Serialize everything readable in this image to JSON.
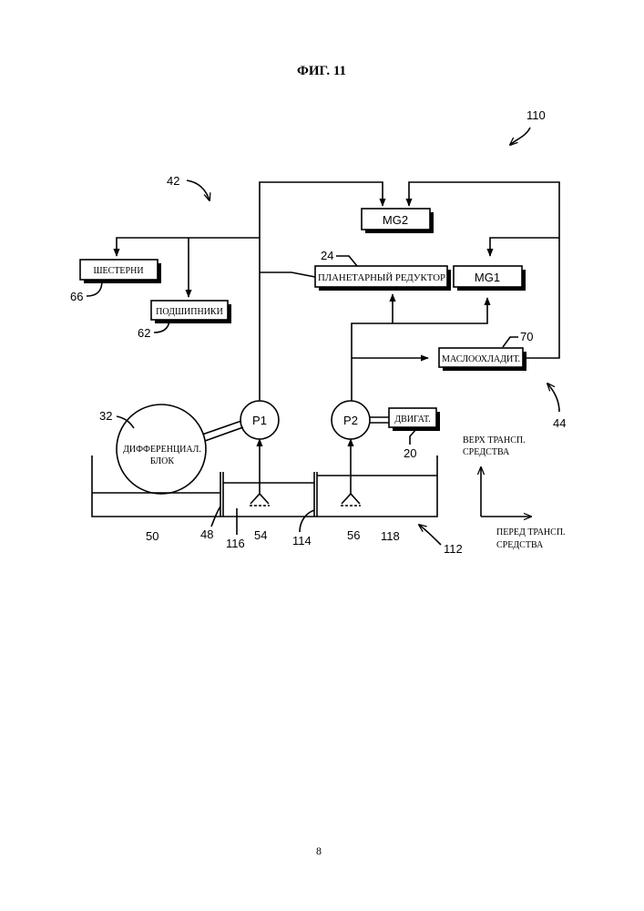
{
  "figure": {
    "title": "ФИГ. 11",
    "page_number": "8"
  },
  "labels": {
    "mg2": "MG2",
    "mg1": "MG1",
    "gears": "ШЕСТЕРНИ",
    "bearings": "ПОДШИПНИКИ",
    "planetary": "ПЛАНЕТАРНЫЙ РЕДУКТОР",
    "oil_cooler": "МАСЛООХЛАДИТ.",
    "engine": "ДВИГАТ.",
    "p1": "P1",
    "p2": "P2",
    "diff_line1": "ДИФФЕРЕНЦИАЛ.",
    "diff_line2": "БЛОК"
  },
  "refs": {
    "r110": "110",
    "r42": "42",
    "r24": "24",
    "r66": "66",
    "r62": "62",
    "r70": "70",
    "r44": "44",
    "r32": "32",
    "r20": "20",
    "r50": "50",
    "r48": "48",
    "r116": "116",
    "r54": "54",
    "r114": "114",
    "r56": "56",
    "r118": "118",
    "r112": "112"
  },
  "axes": {
    "up_line1": "ВЕРХ ТРАНСП.",
    "up_line2": "СРЕДСТВА",
    "front_line1": "ПЕРЕД ТРАНСП.",
    "front_line2": "СРЕДСТВА"
  }
}
